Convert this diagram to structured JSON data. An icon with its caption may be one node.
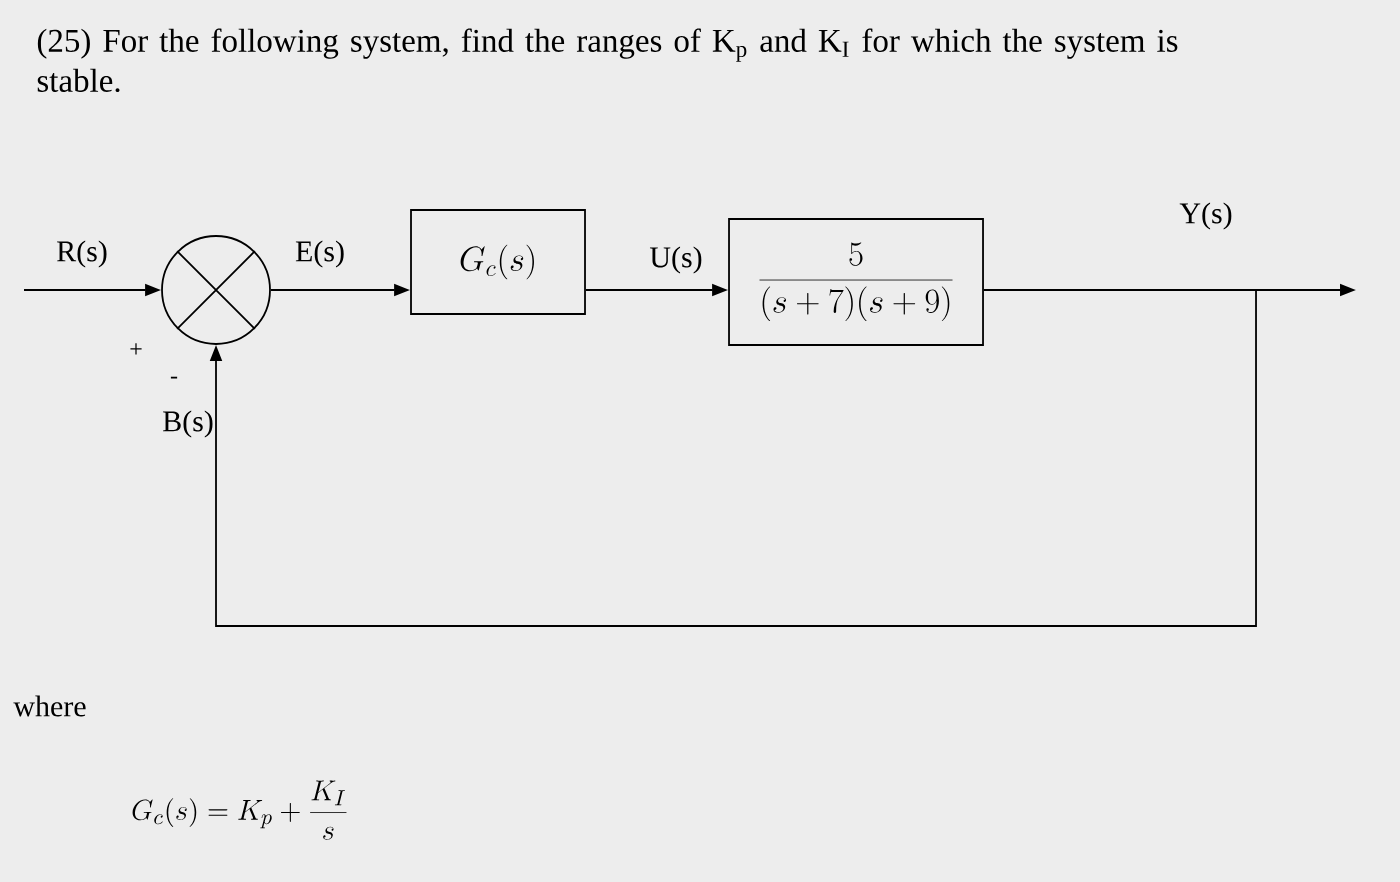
{
  "diagram": {
    "title": "(25) For the following system, find the ranges of K$_{p}$ and K$_{I}$ for which the system is stable.",
    "nodes": [
      {
        "text": [],
        "shape": "circle"
      },
      {
        "text": [
          "G_c(s)"
        ]
      },
      {
        "text": [
          "\\frac{5}{(s+7)(s+9)}"
        ]
      }
    ],
    "edges": [
      {
        "from": null,
        "to": 0,
        "arrow": "to",
        "label": "R(s)"
      },
      {
        "from": 0,
        "to": 1,
        "arrow": "to",
        "label": "E(s)"
      },
      {
        "from": 1,
        "to": 2,
        "arrow": "to",
        "label": "U(s)"
      },
      {
        "from": 2,
        "to": null,
        "arrow": "to",
        "label": "Y(s)"
      },
      {
        "from": 2,
        "to": 0,
        "arrow": "to",
        "label": "B(s)"
      }
    ],
    "labels": [
      "+",
      "-",
      "where",
      "G_c(s) = K_p + \\frac{K_I}{s}"
    ]
  }
}
